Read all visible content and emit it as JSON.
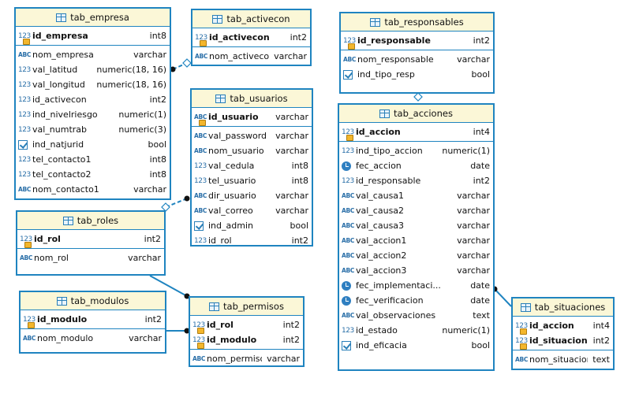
{
  "tables": [
    {
      "id": "tab_empresa",
      "name": "tab_empresa",
      "pk": [
        {
          "col": "id_empresa",
          "type": "int8",
          "icon": "number-key"
        }
      ],
      "cols": [
        {
          "col": "nom_empresa",
          "type": "varchar",
          "icon": "text"
        },
        {
          "col": "val_latitud",
          "type": "numeric(18, 16)",
          "icon": "number"
        },
        {
          "col": "val_longitud",
          "type": "numeric(18, 16)",
          "icon": "number"
        },
        {
          "col": "id_activecon",
          "type": "int2",
          "icon": "number"
        },
        {
          "col": "ind_nivelriesgo",
          "type": "numeric(1)",
          "icon": "number"
        },
        {
          "col": "val_numtrab",
          "type": "numeric(3)",
          "icon": "number"
        },
        {
          "col": "ind_natjurid",
          "type": "bool",
          "icon": "check"
        },
        {
          "col": "tel_contacto1",
          "type": "int8",
          "icon": "number"
        },
        {
          "col": "tel_contacto2",
          "type": "int8",
          "icon": "number"
        },
        {
          "col": "nom_contacto1",
          "type": "varchar",
          "icon": "text"
        }
      ]
    },
    {
      "id": "tab_activecon",
      "name": "tab_activecon",
      "pk": [
        {
          "col": "id_activecon",
          "type": "int2",
          "icon": "number-key"
        }
      ],
      "cols": [
        {
          "col": "nom_activecon",
          "type": "varchar",
          "icon": "text"
        }
      ]
    },
    {
      "id": "tab_usuarios",
      "name": "tab_usuarios",
      "pk": [
        {
          "col": "id_usuario",
          "type": "varchar",
          "icon": "text-key"
        }
      ],
      "cols": [
        {
          "col": "val_password",
          "type": "varchar",
          "icon": "text"
        },
        {
          "col": "nom_usuario",
          "type": "varchar",
          "icon": "text"
        },
        {
          "col": "val_cedula",
          "type": "int8",
          "icon": "number"
        },
        {
          "col": "tel_usuario",
          "type": "int8",
          "icon": "number"
        },
        {
          "col": "dir_usuario",
          "type": "varchar",
          "icon": "text"
        },
        {
          "col": "val_correo",
          "type": "varchar",
          "icon": "text"
        },
        {
          "col": "ind_admin",
          "type": "bool",
          "icon": "check"
        },
        {
          "col": "id_rol",
          "type": "int2",
          "icon": "number"
        }
      ]
    },
    {
      "id": "tab_roles",
      "name": "tab_roles",
      "pk": [
        {
          "col": "id_rol",
          "type": "int2",
          "icon": "number-key"
        }
      ],
      "cols": [
        {
          "col": "nom_rol",
          "type": "varchar",
          "icon": "text"
        }
      ]
    },
    {
      "id": "tab_modulos",
      "name": "tab_modulos",
      "pk": [
        {
          "col": "id_modulo",
          "type": "int2",
          "icon": "number-key"
        }
      ],
      "cols": [
        {
          "col": "nom_modulo",
          "type": "varchar",
          "icon": "text"
        }
      ]
    },
    {
      "id": "tab_permisos",
      "name": "tab_permisos",
      "pk": [
        {
          "col": "id_rol",
          "type": "int2",
          "icon": "number-key"
        },
        {
          "col": "id_modulo",
          "type": "int2",
          "icon": "number-key"
        }
      ],
      "cols": [
        {
          "col": "nom_permiso",
          "type": "varchar",
          "icon": "text"
        }
      ]
    },
    {
      "id": "tab_responsables",
      "name": "tab_responsables",
      "pk": [
        {
          "col": "id_responsable",
          "type": "int2",
          "icon": "number-key"
        }
      ],
      "cols": [
        {
          "col": "nom_responsable",
          "type": "varchar",
          "icon": "text"
        },
        {
          "col": "ind_tipo_resp",
          "type": "bool",
          "icon": "check"
        }
      ]
    },
    {
      "id": "tab_acciones",
      "name": "tab_acciones",
      "pk": [
        {
          "col": "id_accion",
          "type": "int4",
          "icon": "number-key"
        }
      ],
      "cols": [
        {
          "col": "ind_tipo_accion",
          "type": "numeric(1)",
          "icon": "number"
        },
        {
          "col": "fec_accion",
          "type": "date",
          "icon": "clock"
        },
        {
          "col": "id_responsable",
          "type": "int2",
          "icon": "number"
        },
        {
          "col": "val_causa1",
          "type": "varchar",
          "icon": "text"
        },
        {
          "col": "val_causa2",
          "type": "varchar",
          "icon": "text"
        },
        {
          "col": "val_causa3",
          "type": "varchar",
          "icon": "text"
        },
        {
          "col": "val_accion1",
          "type": "varchar",
          "icon": "text"
        },
        {
          "col": "val_accion2",
          "type": "varchar",
          "icon": "text"
        },
        {
          "col": "val_accion3",
          "type": "varchar",
          "icon": "text"
        },
        {
          "col": "fec_implementaci...",
          "type": "date",
          "icon": "clock"
        },
        {
          "col": "fec_verificacion",
          "type": "date",
          "icon": "clock"
        },
        {
          "col": "val_observaciones",
          "type": "text",
          "icon": "text"
        },
        {
          "col": "id_estado",
          "type": "numeric(1)",
          "icon": "number"
        },
        {
          "col": "ind_eficacia",
          "type": "bool",
          "icon": "check"
        }
      ]
    },
    {
      "id": "tab_situaciones",
      "name": "tab_situaciones",
      "pk": [
        {
          "col": "id_accion",
          "type": "int4",
          "icon": "number-key"
        },
        {
          "col": "id_situacion",
          "type": "int2",
          "icon": "number-key"
        }
      ],
      "cols": [
        {
          "col": "nom_situacion",
          "type": "text",
          "icon": "text"
        }
      ]
    }
  ],
  "icon_labels": {
    "number": "123",
    "text": "ABC"
  },
  "colors": {
    "border": "#1f84c0",
    "header_bg": "#fbf7d7",
    "link": "#1f84c0",
    "key": "#f3b62c"
  }
}
